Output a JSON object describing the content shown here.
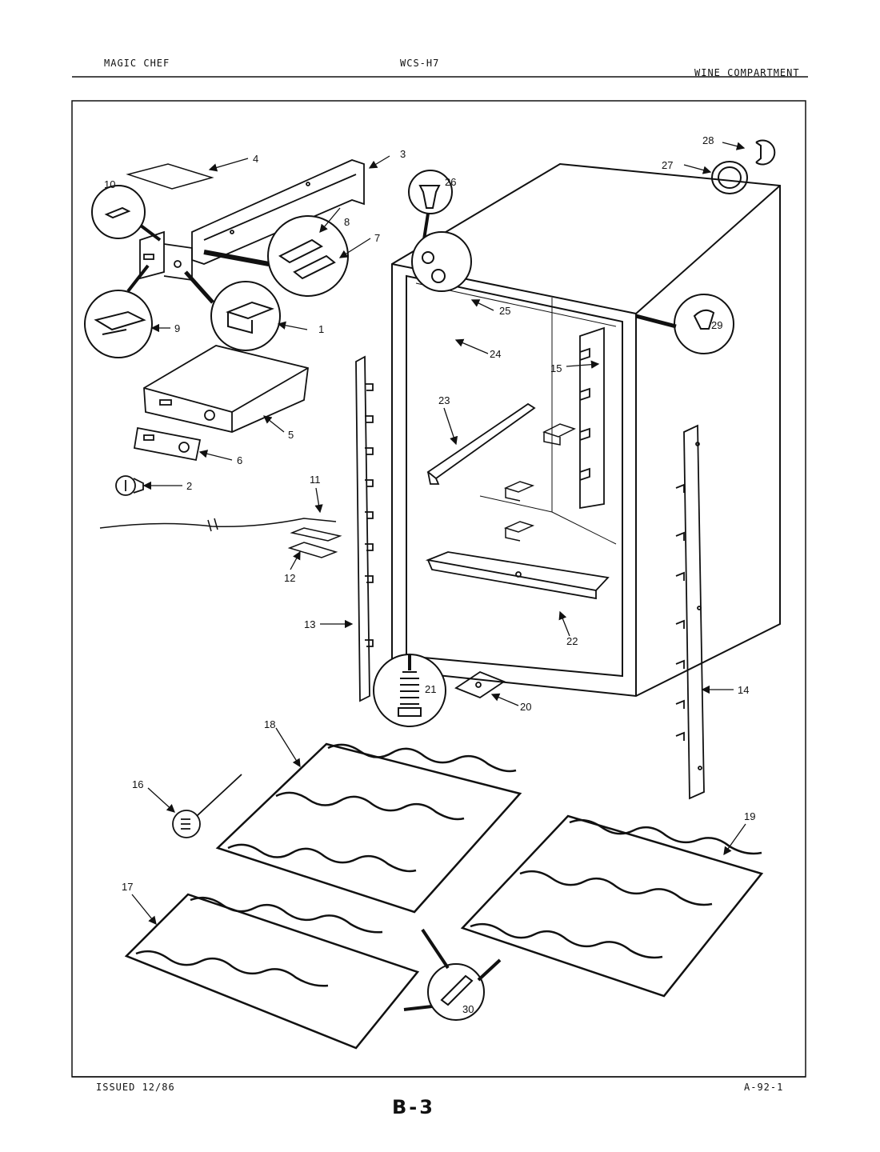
{
  "header": {
    "brand": "MAGIC CHEF",
    "model": "WCS-H7",
    "section": "WINE COMPARTMENT"
  },
  "footer": {
    "issued": "ISSUED 12/86",
    "page": "B-3",
    "code": "A-92-1"
  },
  "callouts": {
    "p1": "1",
    "p2": "2",
    "p3": "3",
    "p4": "4",
    "p5": "5",
    "p6": "6",
    "p7": "7",
    "p8": "8",
    "p9": "9",
    "p10": "10",
    "p11": "11",
    "p12": "12",
    "p13": "13",
    "p14": "14",
    "p15": "15",
    "p16": "16",
    "p17": "17",
    "p18": "18",
    "p19": "19",
    "p20": "20",
    "p21": "21",
    "p22": "22",
    "p23": "23",
    "p24": "24",
    "p25": "25",
    "p26": "26",
    "p27": "27",
    "p28": "28",
    "p29": "29",
    "p30": "30"
  }
}
